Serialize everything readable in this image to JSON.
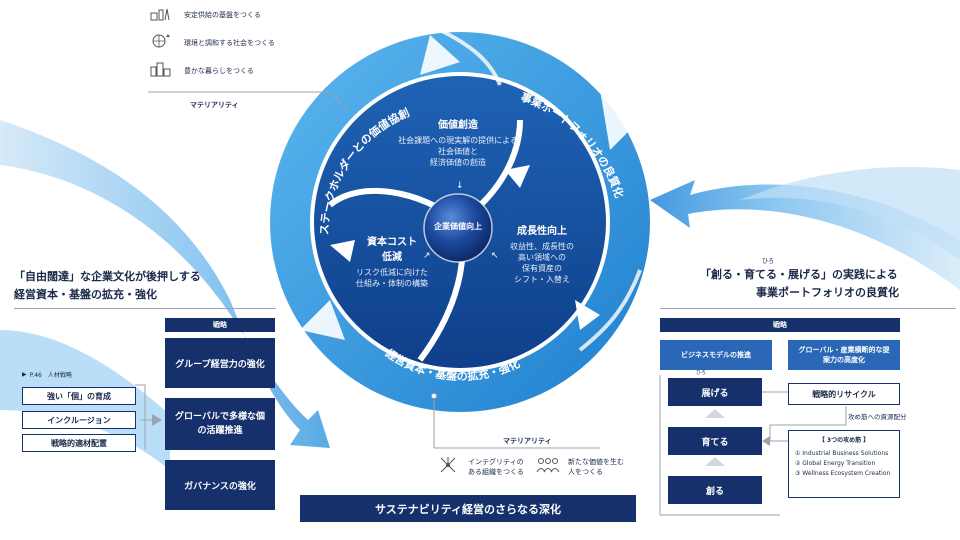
{
  "materiality_top": {
    "items": [
      {
        "icon": "power-plant-icon",
        "label": "安定供給の基盤をつくる"
      },
      {
        "icon": "globe-icon",
        "label": "環境と調和する社会をつくる"
      },
      {
        "icon": "city-icon",
        "label": "豊かな暮らしをつくる"
      }
    ],
    "title": "マテリアリティ"
  },
  "left": {
    "heading_line1": "「自由闊達」な企業文化が後押しする",
    "heading_line2": "経営資本・基盤の拡充・強化",
    "strategy_header": "戦略",
    "strategies": [
      "グループ経営力の強化",
      "グローバルで多様な個の活躍推進",
      "ガバナンスの強化"
    ],
    "hr_tag": "P.46　人材戦略",
    "hr_items": [
      "強い「個」の育成",
      "インクルージョン",
      "戦略的適材配置"
    ]
  },
  "cycle": {
    "ring_left": "ステークホルダーとの価値協創",
    "ring_right": "事業ポートフォリオの良質化",
    "ring_bottom": "経営資本・基盤の拡充・強化",
    "center": "企業価値向上",
    "value_creation": {
      "title": "価値創造",
      "lines": [
        "社会課題への現実解の提供による",
        "社会価値と",
        "経済価値の創造"
      ]
    },
    "growth": {
      "title": "成長性向上",
      "lines": [
        "収益性、成長性の",
        "高い領域への",
        "保有資産の",
        "シフト・入替え"
      ]
    },
    "cost": {
      "title": "資本コスト",
      "title2": "低減",
      "lines": [
        "リスク低減に向けた",
        "仕組み・体制の構築"
      ]
    }
  },
  "materiality_bottom": {
    "title": "マテリアリティ",
    "items": [
      {
        "icon": "network-icon",
        "line1": "インテグリティの",
        "line2": "ある組織をつくる"
      },
      {
        "icon": "people-icon",
        "line1": "新たな価値を生む",
        "line2": "人をつくる"
      }
    ]
  },
  "bottom_banner": "サステナビリティ経営のさらなる深化",
  "right": {
    "heading_line1": "「創る・育てる・展げる」の実践による",
    "heading_ruby": "ひろ",
    "heading_line2": "事業ポートフォリオの良質化",
    "strategy_header": "戦略",
    "col1": "ビジネスモデルの推進",
    "col2": "グローバル・産業横断的な提案力の高度化",
    "stairs": [
      "展げる",
      "育てる",
      "創る"
    ],
    "stairs_ruby": "ひろ",
    "recycle": "戦略的リサイクル",
    "allocation": "攻め筋への資源配分",
    "focus_title": "【 3つの攻め筋 】",
    "focus_items": [
      "① Industrial Business Solutions",
      "② Global Energy Transition",
      "③ Wellness Ecosystem Creation"
    ]
  },
  "colors": {
    "navy": "#15306b",
    "blue": "#2a67b6",
    "ring_light": "#4aa8e6",
    "ring_dark": "#1f7fce"
  }
}
